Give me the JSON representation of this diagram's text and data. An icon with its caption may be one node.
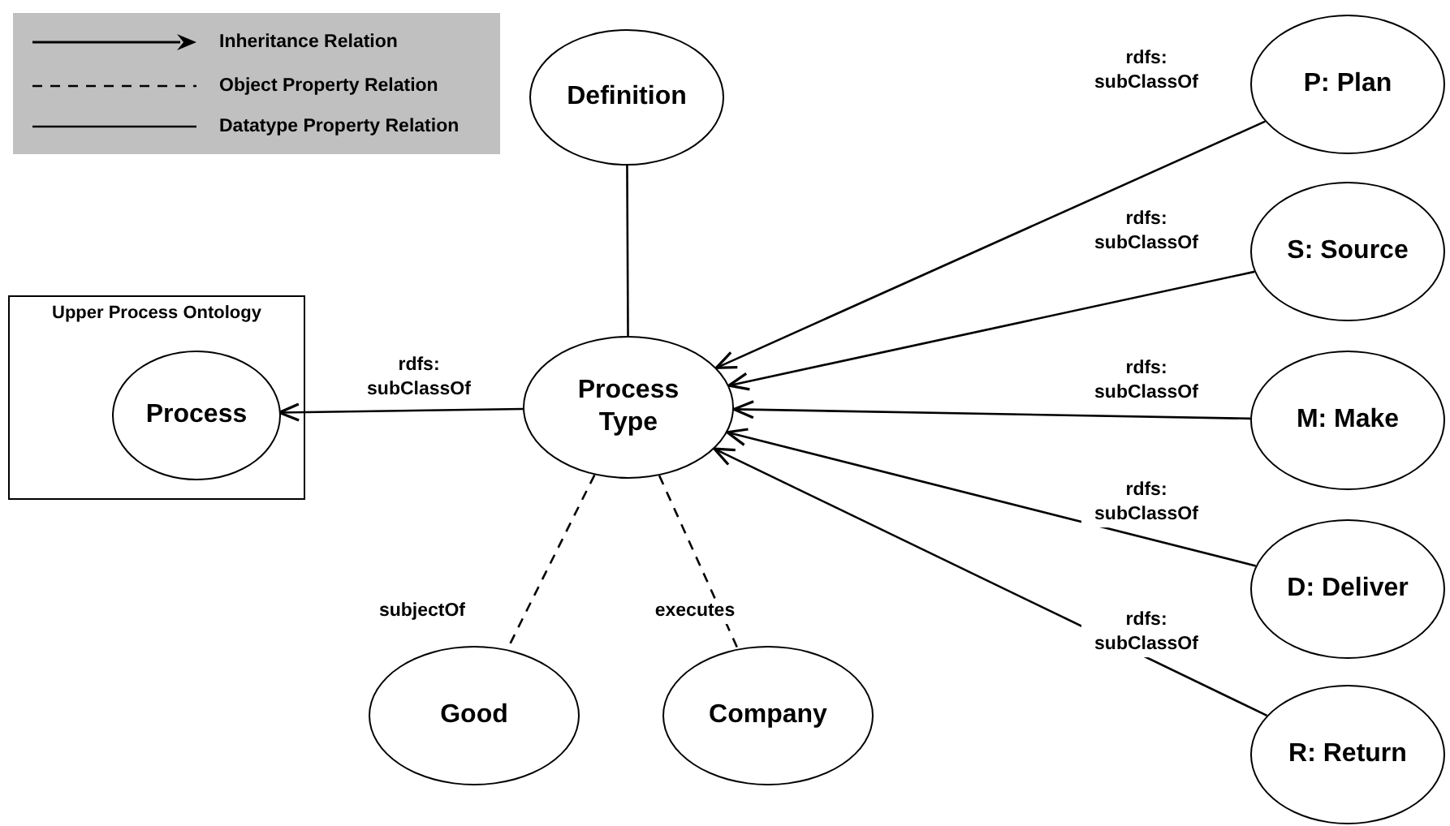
{
  "diagram": {
    "nodes": [
      {
        "text": [
          "Upper Process Ontology"
        ]
      },
      {
        "text": [
          "Process"
        ],
        "in": 0
      },
      {
        "text": [
          "Definition"
        ]
      },
      {
        "text": [
          "Process Type"
        ]
      },
      {
        "text": [
          "P: Plan"
        ]
      },
      {
        "text": [
          "S: Source"
        ]
      },
      {
        "text": [
          "M: Make"
        ]
      },
      {
        "text": [
          "D: Deliver"
        ]
      },
      {
        "text": [
          "R: Return"
        ]
      },
      {
        "text": [
          "Good"
        ]
      },
      {
        "text": [
          "Company"
        ]
      }
    ],
    "edges": [
      {
        "from": 3,
        "to": 1,
        "arrow": "to",
        "label": "rdfs: subClassOf"
      },
      {
        "from": 2,
        "to": 3,
        "arrow": "none"
      },
      {
        "from": 4,
        "to": 3,
        "arrow": "to",
        "label": "rdfs: subClassOf"
      },
      {
        "from": 5,
        "to": 3,
        "arrow": "to",
        "label": "rdfs: subClassOf"
      },
      {
        "from": 6,
        "to": 3,
        "arrow": "to",
        "label": "rdfs: subClassOf"
      },
      {
        "from": 7,
        "to": 3,
        "arrow": "to",
        "label": "rdfs: subClassOf"
      },
      {
        "from": 8,
        "to": 3,
        "arrow": "to",
        "label": "rdfs: subClassOf"
      },
      {
        "from": 3,
        "to": 9,
        "arrow": "none",
        "style": "dashed",
        "label": "subjectOf"
      },
      {
        "from": 3,
        "to": 10,
        "arrow": "none",
        "style": "dashed",
        "label": "executes"
      }
    ],
    "legend": [
      {
        "text": "Inheritance Relation"
      },
      {
        "text": "Object Property Relation"
      },
      {
        "text": "Datatype Property Relation"
      }
    ]
  }
}
